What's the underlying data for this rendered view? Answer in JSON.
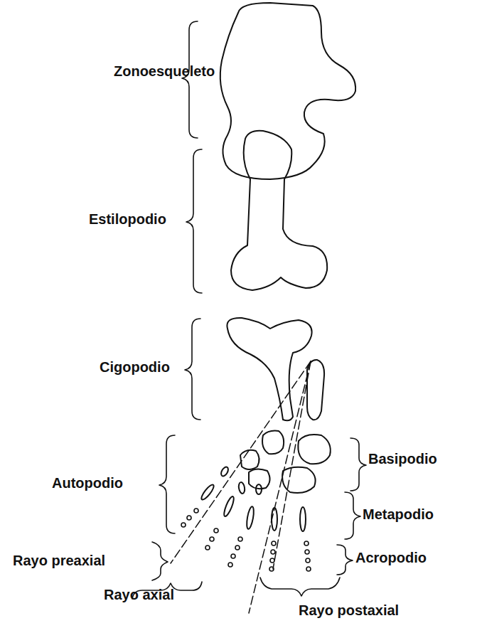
{
  "diagram": {
    "labels": [
      "Zonoesqueleto",
      "Estilopodio",
      "Cigopodio",
      "Autopodio",
      "Basipodio",
      "Metapodio",
      "Acropodio",
      "Rayo preaxial",
      "Rayo axial",
      "Rayo postaxial"
    ]
  }
}
